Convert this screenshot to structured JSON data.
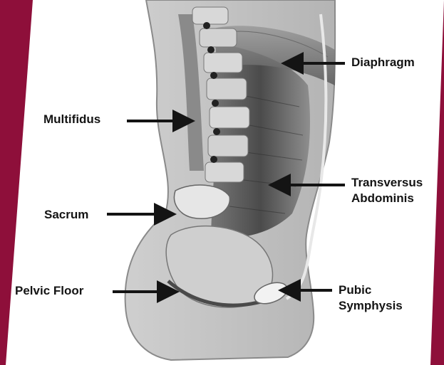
{
  "figure": {
    "background_color": "#8e0f3a",
    "panel_color": "#ffffff",
    "line_color": "#141414"
  },
  "labels": {
    "diaphragm": "Diaphragm",
    "multifidus": "Multifidus",
    "transversus": [
      "Transversus",
      "Abdominis"
    ],
    "sacrum": "Sacrum",
    "pelvic_floor": "Pelvic Floor",
    "pubic_symphysis": [
      "Pubic",
      "Symphysis"
    ]
  }
}
